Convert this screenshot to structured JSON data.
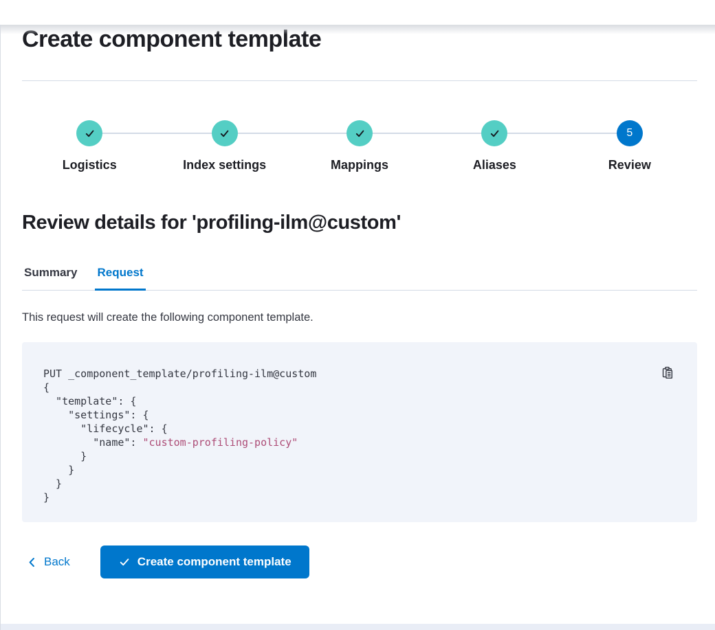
{
  "colors": {
    "primary": "#0077CC",
    "success-teal": "#54CEC4",
    "heading": "#1D1E24",
    "text": "#343741",
    "border": "#D3DAE6",
    "code-bg": "#F1F4FA",
    "code-string": "#AD4C76",
    "button-text": "#FFFFFF"
  },
  "page": {
    "title": "Create component template"
  },
  "stepper": {
    "steps": [
      {
        "label": "Logistics",
        "status": "complete",
        "icon": "check-icon"
      },
      {
        "label": "Index settings",
        "status": "complete",
        "icon": "check-icon"
      },
      {
        "label": "Mappings",
        "status": "complete",
        "icon": "check-icon"
      },
      {
        "label": "Aliases",
        "status": "complete",
        "icon": "check-icon"
      },
      {
        "label": "Review",
        "status": "current",
        "number": "5"
      }
    ]
  },
  "review": {
    "heading": "Review details for 'profiling-ilm@custom'",
    "tabs": [
      {
        "label": "Summary",
        "active": false
      },
      {
        "label": "Request",
        "active": true
      }
    ],
    "description": "This request will create the following component template.",
    "code_block": {
      "copy_icon": "copy-clipboard-icon",
      "lines": [
        {
          "segments": [
            {
              "type": "plain",
              "text": "PUT _component_template/profiling-ilm@custom"
            }
          ]
        },
        {
          "segments": [
            {
              "type": "plain",
              "text": "{"
            }
          ]
        },
        {
          "segments": [
            {
              "type": "plain",
              "text": "  \"template\": {"
            }
          ]
        },
        {
          "segments": [
            {
              "type": "plain",
              "text": "    \"settings\": {"
            }
          ]
        },
        {
          "segments": [
            {
              "type": "plain",
              "text": "      \"lifecycle\": {"
            }
          ]
        },
        {
          "segments": [
            {
              "type": "plain",
              "text": "        \"name\": "
            },
            {
              "type": "string",
              "text": "\"custom-profiling-policy\""
            }
          ]
        },
        {
          "segments": [
            {
              "type": "plain",
              "text": "      }"
            }
          ]
        },
        {
          "segments": [
            {
              "type": "plain",
              "text": "    }"
            }
          ]
        },
        {
          "segments": [
            {
              "type": "plain",
              "text": "  }"
            }
          ]
        },
        {
          "segments": [
            {
              "type": "plain",
              "text": "}"
            }
          ]
        }
      ]
    }
  },
  "footer": {
    "back_label": "Back",
    "back_icon": "chevron-left-icon",
    "create_label": "Create component template",
    "create_icon": "check-icon"
  }
}
